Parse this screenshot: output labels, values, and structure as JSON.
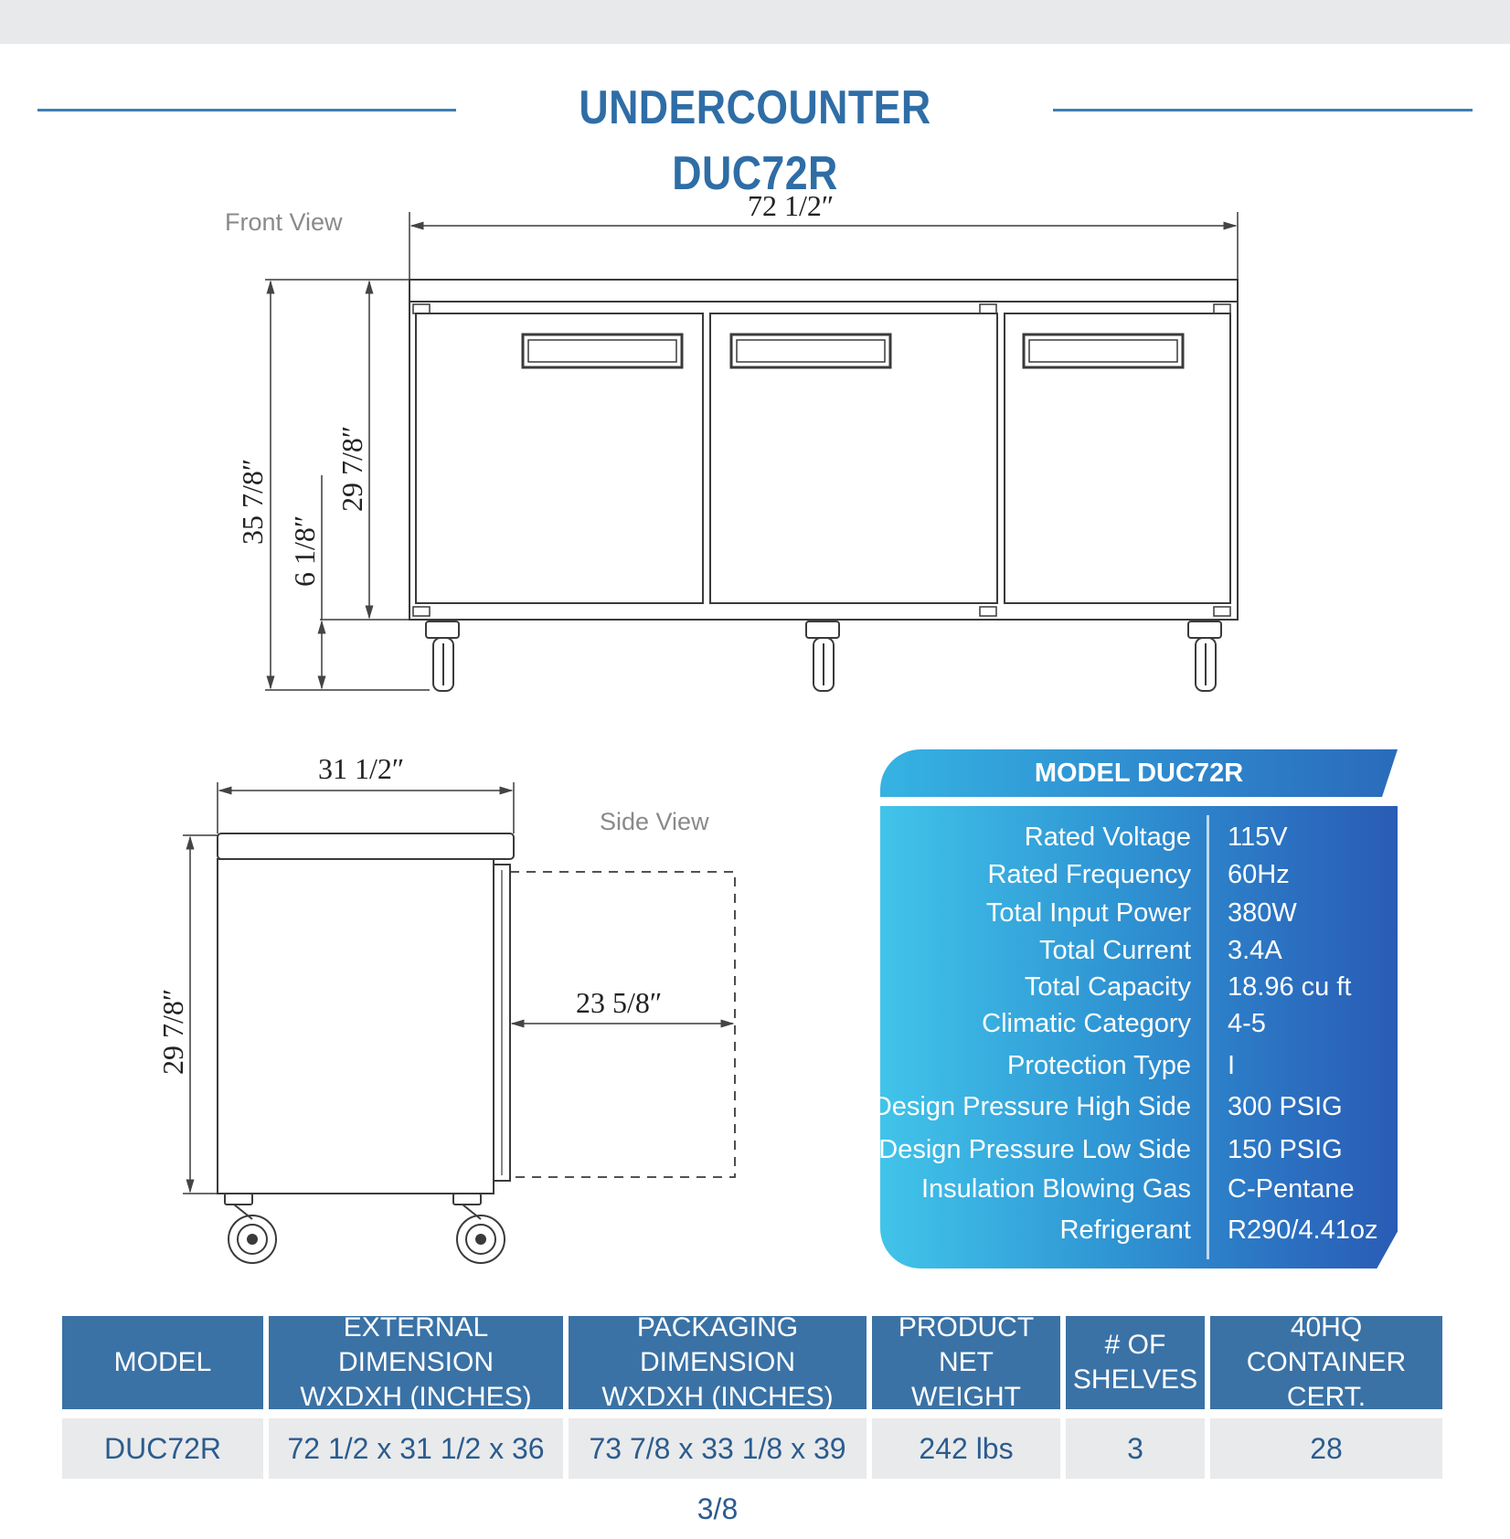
{
  "title": "UNDERCOUNTER DUC72R",
  "front_view": {
    "label": "Front View",
    "width": "72  1/2″",
    "overall_height": "35  7/8″",
    "caster_height": "6  1/8″",
    "body_height": "29  7/8″",
    "doors": 3
  },
  "side_view": {
    "label": "Side View",
    "depth": "31  1/2″",
    "height": "29  7/8″",
    "door_swing": "23  5/8″"
  },
  "spec": {
    "header": "MODEL DUC72R",
    "rows": [
      {
        "label": "Rated  Voltage",
        "value": "115V"
      },
      {
        "label": "Rated  Frequency",
        "value": "60Hz"
      },
      {
        "label": "Total Input Power",
        "value": "380W"
      },
      {
        "label": "Total Current",
        "value": "3.4A"
      },
      {
        "label": "Total Capacity",
        "value": "18.96 cu ft"
      },
      {
        "label": "Climatic Category",
        "value": "4-5"
      },
      {
        "label": "Protection Type",
        "value": "I"
      },
      {
        "label": "Design Pressure High Side",
        "value": "300 PSIG"
      },
      {
        "label": "Design Pressure Low Side",
        "value": "150 PSIG"
      },
      {
        "label": "Insulation Blowing Gas",
        "value": "C-Pentane"
      },
      {
        "label": "Refrigerant",
        "value": "R290/4.41oz"
      }
    ]
  },
  "table": {
    "headers": [
      {
        "line1": "MODEL",
        "line2": ""
      },
      {
        "line1": "EXTERNAL DIMENSION",
        "line2": "WXDXH (INCHES)"
      },
      {
        "line1": "PACKAGING DIMENSION",
        "line2": "WXDXH (INCHES)"
      },
      {
        "line1": "PRODUCT NET",
        "line2": "WEIGHT"
      },
      {
        "line1": "# OF",
        "line2": "SHELVES"
      },
      {
        "line1": "40HQ",
        "line2": "CONTAINER CERT."
      }
    ],
    "row": [
      "DUC72R",
      "72 1/2 x 31 1/2 x 36",
      "73 7/8 x 33 1/8 x 39 3/8",
      "242 lbs",
      "3",
      "28"
    ]
  },
  "colors": {
    "title": "#2f6da6",
    "table_header": "#3a72a6",
    "table_cell": "#e9eaeb",
    "card_start": "#41c4ea",
    "card_end": "#2a5cb5"
  }
}
